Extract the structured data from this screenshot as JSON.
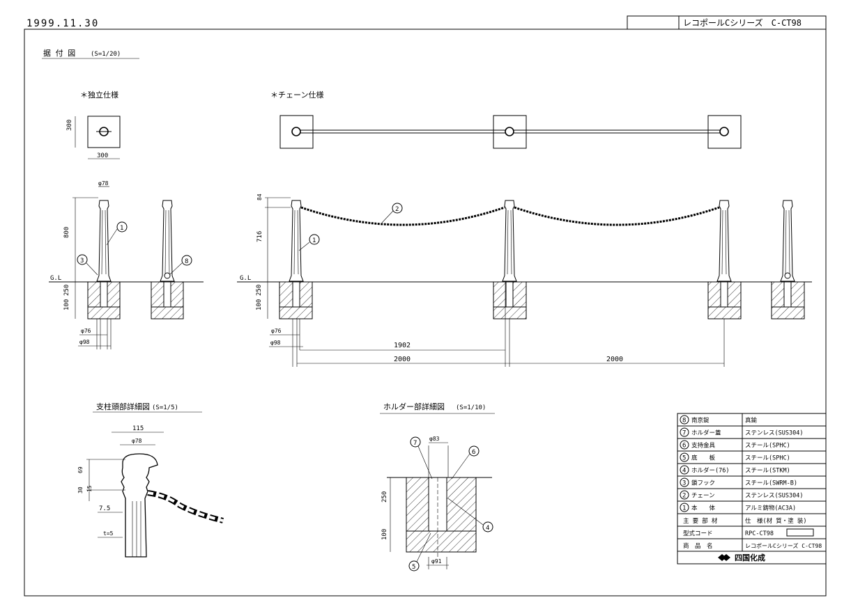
{
  "header": {
    "date": "1999.11.30",
    "product_title": "レコポールCシリーズ　C-CT98"
  },
  "section_title": "据 付 図",
  "section_scale": "(S=1/20)",
  "independent_label": "＊独立仕様",
  "chain_label": "＊チェーン仕様",
  "dims": {
    "base_w": "300",
    "base_h": "300",
    "phi78": "φ78",
    "h800": "800",
    "h84": "84",
    "h716": "716",
    "h250": "250",
    "h100": "100",
    "gl": "G.L",
    "phi76": "φ76",
    "phi98": "φ98",
    "d1902": "1902",
    "d2000a": "2000",
    "d2000b": "2000"
  },
  "callouts": {
    "c1": "1",
    "c2": "2",
    "c3": "3",
    "c4": "4",
    "c5": "5",
    "c6": "6",
    "c7": "7",
    "c8": "8"
  },
  "head_detail": {
    "title": "支柱頭部詳細図",
    "scale": "(S=1/5)",
    "d115": "115",
    "phi78": "φ78",
    "d69": "69",
    "d30": "30",
    "d15": "15",
    "d75": "7.5",
    "t5": "t=5"
  },
  "holder_detail": {
    "title": "ホルダー部詳細図",
    "scale": "(S=1/10)",
    "phi83": "φ83",
    "phi91": "φ91",
    "d250": "250",
    "d100": "100"
  },
  "parts_table": {
    "rows": [
      {
        "no": "8",
        "part": "南京錠",
        "spec": "真鍮"
      },
      {
        "no": "7",
        "part": "ホルダー蓋",
        "spec": "ステンレス(SUS304)"
      },
      {
        "no": "6",
        "part": "支持金具",
        "spec": "スチール(SPHC)"
      },
      {
        "no": "5",
        "part": "底　　板",
        "spec": "スチール(SPHC)"
      },
      {
        "no": "4",
        "part": "ホルダー(76)",
        "spec": "スチール(STKM)"
      },
      {
        "no": "3",
        "part": "鎖フック",
        "spec": "スチール(SWRM-B)"
      },
      {
        "no": "2",
        "part": "チェーン",
        "spec": "ステンレス(SUS304)"
      },
      {
        "no": "1",
        "part": "本　　体",
        "spec": "アルミ鋳物(AC3A)"
      }
    ],
    "header_part": "主 要 部 材",
    "header_spec": "仕　様(材 質・塗 装)",
    "model_label": "型式コード",
    "model_value": "RPC-CT98",
    "name_label": "商　品　名",
    "name_value": "レコポールCシリーズ C-CT98",
    "company": "四国化成"
  }
}
